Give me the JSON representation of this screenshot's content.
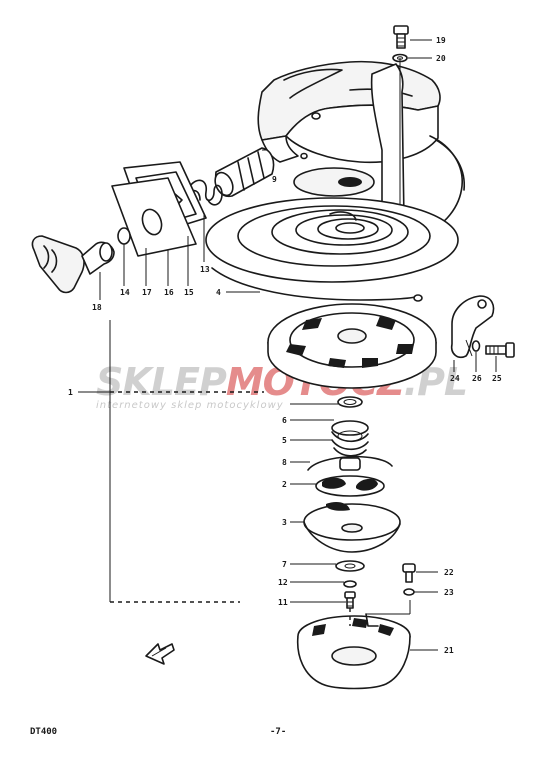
{
  "page": {
    "model_code": "DT400",
    "page_number": "-7-"
  },
  "watermark": {
    "text_part1": "SKLEP",
    "text_part2": "MOTO",
    "text_part3": "CZ",
    "text_part4": ".PL",
    "tagline": "internetowy sklep motocyklowy",
    "color_gray": "#d0d0d0",
    "color_red": "#e58c8c"
  },
  "callouts": [
    {
      "id": "c19",
      "label": "19"
    },
    {
      "id": "c20",
      "label": "20"
    },
    {
      "id": "c9",
      "label": "9"
    },
    {
      "id": "c4",
      "label": "4"
    },
    {
      "id": "c14",
      "label": "14"
    },
    {
      "id": "c17",
      "label": "17"
    },
    {
      "id": "c16",
      "label": "16"
    },
    {
      "id": "c15",
      "label": "15"
    },
    {
      "id": "c13",
      "label": "13"
    },
    {
      "id": "c18",
      "label": "18"
    },
    {
      "id": "c1",
      "label": "1"
    },
    {
      "id": "c24",
      "label": "24"
    },
    {
      "id": "c26",
      "label": "26"
    },
    {
      "id": "c25",
      "label": "25"
    },
    {
      "id": "c6",
      "label": "6"
    },
    {
      "id": "c5",
      "label": "5"
    },
    {
      "id": "c8",
      "label": "8"
    },
    {
      "id": "c2",
      "label": "2"
    },
    {
      "id": "c3",
      "label": "3"
    },
    {
      "id": "c7",
      "label": "7"
    },
    {
      "id": "c12",
      "label": "12"
    },
    {
      "id": "c11",
      "label": "11"
    },
    {
      "id": "c22",
      "label": "22"
    },
    {
      "id": "c23",
      "label": "23"
    },
    {
      "id": "c21",
      "label": "21"
    }
  ]
}
